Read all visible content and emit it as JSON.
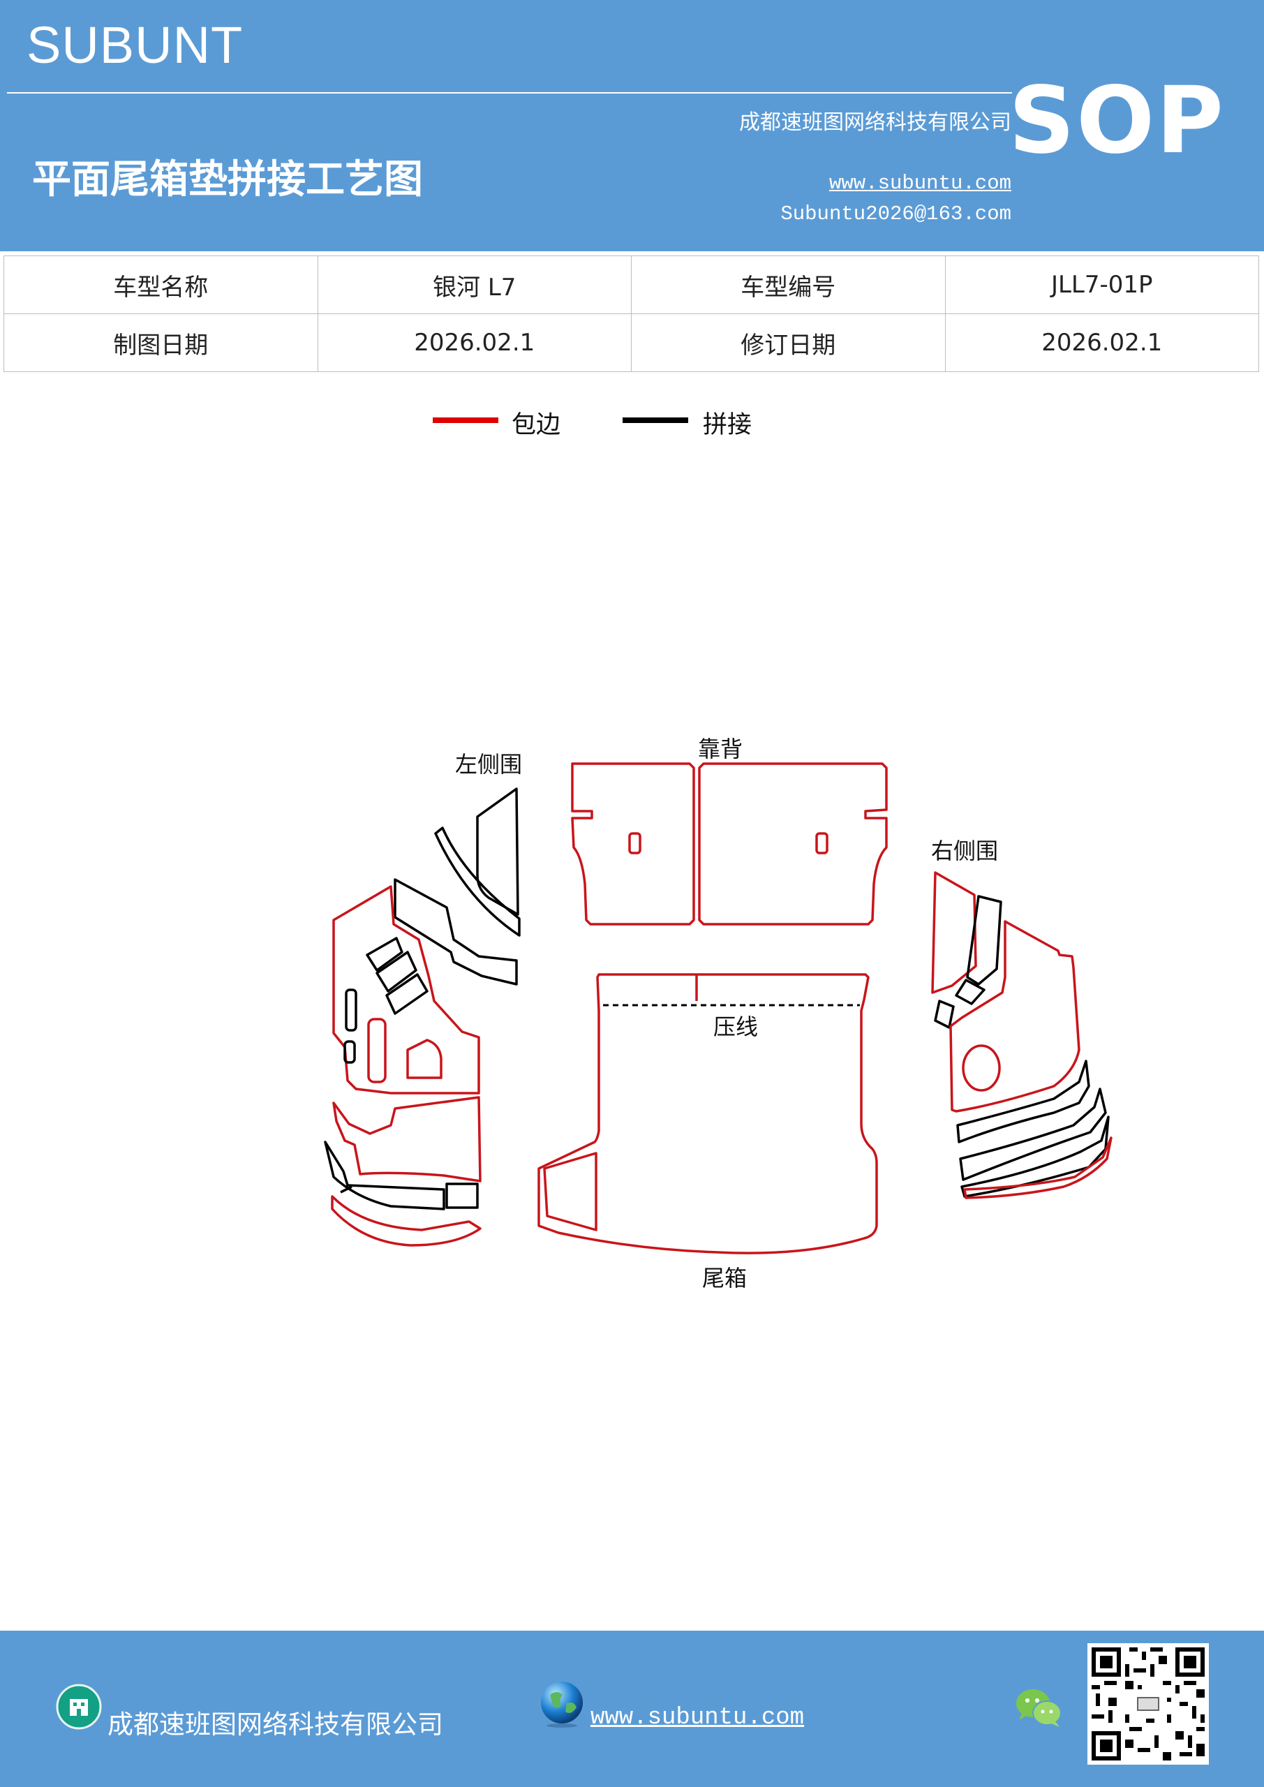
{
  "header": {
    "brand": "SUBUNT",
    "company": "成都速班图网络科技有限公司",
    "title": "平面尾箱垫拼接工艺图",
    "website": "www.subuntu.com",
    "email": "Subuntu2026@163.com",
    "badge": "SOP",
    "background_color": "#5b9bd5"
  },
  "info_table": {
    "rows": [
      [
        "车型名称",
        "银河 L7",
        "车型编号",
        "JLL7-01P"
      ],
      [
        "制图日期",
        "2026.02.1",
        "修订日期",
        "2026.02.1"
      ]
    ]
  },
  "legend": [
    {
      "label": "包边",
      "color": "#e00000"
    },
    {
      "label": "拼接",
      "color": "#000000"
    }
  ],
  "diagram": {
    "labels": {
      "left_side": "左侧围",
      "backrest": "靠背",
      "right_side": "右侧围",
      "crease": "压线",
      "trunk": "尾箱"
    },
    "edge_color": "#c8151b",
    "seam_color": "#000000"
  },
  "footer": {
    "company": "成都速班图网络科技有限公司",
    "website": "www.subuntu.com ",
    "icons": [
      "building-icon",
      "globe-icon",
      "wechat-icon",
      "qr-code"
    ]
  }
}
